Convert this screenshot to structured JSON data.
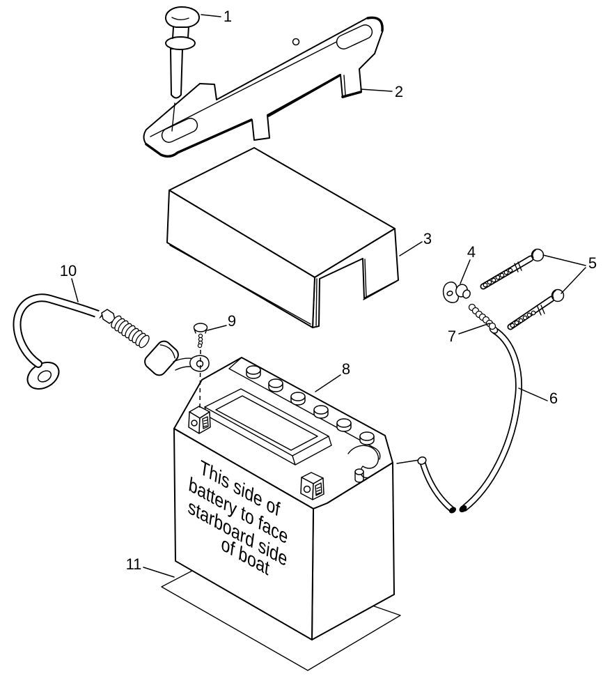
{
  "diagram": {
    "background_color": "#ffffff",
    "line_color": "#000000",
    "callouts": [
      "1",
      "2",
      "3",
      "4",
      "5",
      "6",
      "7",
      "8",
      "9",
      "10",
      "11"
    ],
    "battery_label": {
      "lines": [
        "This side of",
        "battery to face",
        "starboard side",
        "of boat"
      ]
    }
  }
}
